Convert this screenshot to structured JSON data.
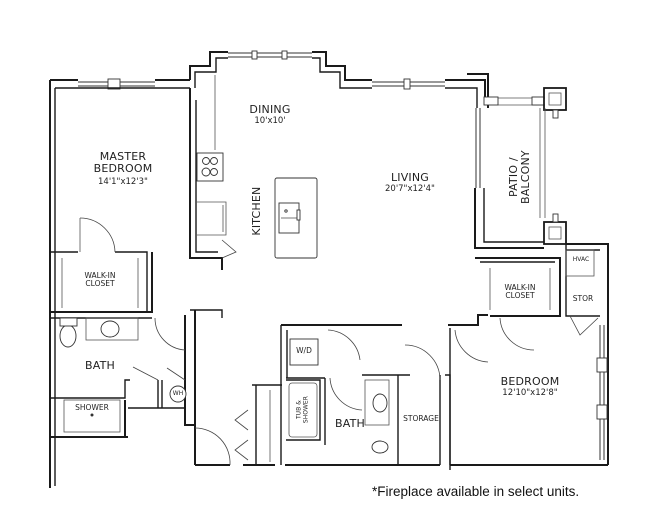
{
  "floorplan": {
    "rooms": {
      "master_bedroom": {
        "label_line1": "MASTER",
        "label_line2": "BEDROOM",
        "dimensions": "14'1\"x12'3\""
      },
      "dining": {
        "label": "DINING",
        "dimensions": "10'x10'"
      },
      "kitchen": {
        "label": "KITCHEN"
      },
      "living": {
        "label": "LIVING",
        "dimensions": "20'7\"x12'4\""
      },
      "patio": {
        "label_line1": "PATIO /",
        "label_line2": "BALCONY"
      },
      "master_closet": {
        "label_line1": "WALK-IN",
        "label_line2": "CLOSET"
      },
      "master_bath": {
        "label": "BATH"
      },
      "shower": {
        "label": "SHOWER"
      },
      "water_heater": {
        "label": "WH"
      },
      "laundry": {
        "label": "W/D"
      },
      "tub_shower": {
        "label_line1": "TUB &",
        "label_line2": "SHOWER"
      },
      "bath2": {
        "label": "BATH"
      },
      "storage": {
        "label": "STORAGE"
      },
      "bedroom": {
        "label": "BEDROOM",
        "dimensions": "12'10\"x12'8\""
      },
      "bedroom_closet": {
        "label_line1": "WALK-IN",
        "label_line2": "CLOSET"
      },
      "hvac": {
        "label": "HVAC"
      },
      "stor": {
        "label": "STOR"
      }
    },
    "footnote": "*Fireplace available in select units."
  }
}
